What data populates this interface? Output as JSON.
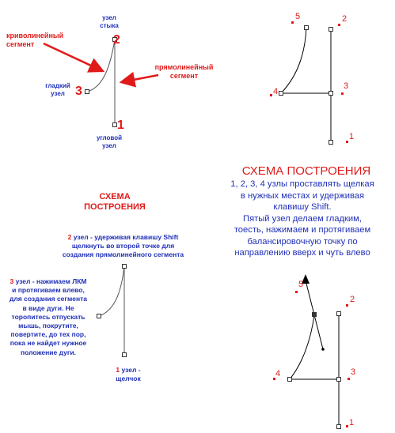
{
  "diagram1": {
    "label_top": "узел\nстыка",
    "label_curved": "криволинейный\nсегмент",
    "label_straight": "прямолинейный\nсегмент",
    "label_smooth": "гладкий\nузел",
    "label_corner": "угловой\nузел",
    "num_1": "1",
    "num_2": "2",
    "num_3": "3"
  },
  "diagram2": {
    "title": "СХЕМА\nПОСТРОЕНИЯ",
    "step2_num": "2",
    "step2_text": "узел - удерживая клавишу Shift\nщелкнуть во второй точке для\nсоздания прямолинейного сегмента",
    "step3_num": "3",
    "step3_text": "узел - нажимаем ЛКМ\nи протягиваем влево,\nдля создания сегмента\nв виде дуги. Не\nторопитесь отпускать\nмышь, покрутите,\nповертите, до тех пор,\nпока не найдет нужное\nположение дуги.",
    "step1_num": "1",
    "step1_text": "узел -\nщелчок"
  },
  "diagram3": {
    "n1": "1",
    "n2": "2",
    "n3": "3",
    "n4": "4",
    "n5": "5"
  },
  "scheme": {
    "title": "СХЕМА ПОСТРОЕНИЯ",
    "text": "1, 2, 3, 4 узлы проставлять щелкая\nв нужных местах и удерживая\nклавишу Shift.\nПятый узел делаем гладким,\nтоесть, нажимаем и протягиваем\nбалансировочную точку  по\nнаправлению вверх и чуть влево"
  },
  "diagram4": {
    "n1": "1",
    "n2": "2",
    "n3": "3",
    "n4": "4",
    "n5": "5"
  },
  "colors": {
    "blue": "#1f2fb8",
    "red": "#e01a1a"
  }
}
